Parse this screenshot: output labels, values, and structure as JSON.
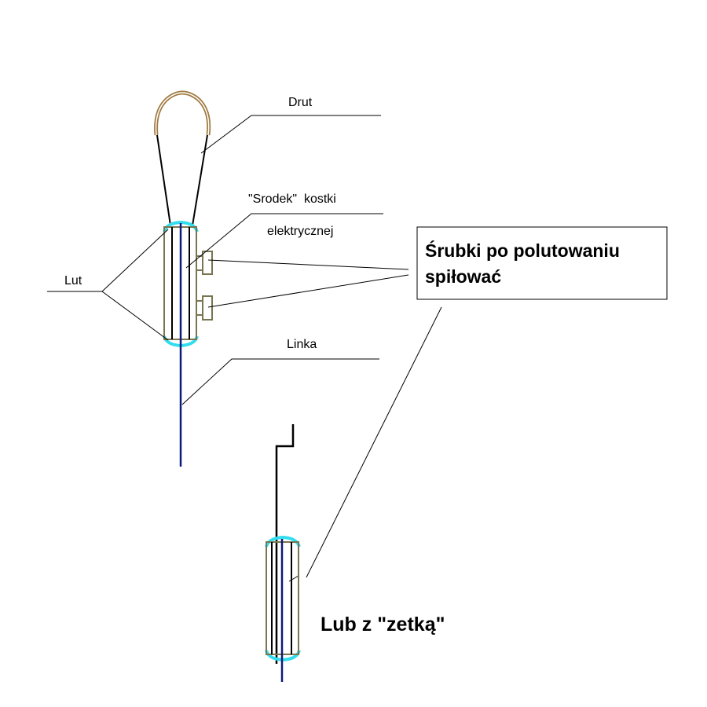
{
  "labels": {
    "drut": "Drut",
    "srodek_line1": "\"Srodek\"  kostki",
    "srodek_line2": "elektrycznej",
    "lut": "Lut",
    "linka": "Linka",
    "note_line1": "Śrubki po polutowaniu",
    "note_line2": "spiłować",
    "alternative": "Lub z \"zetką\""
  },
  "colors": {
    "wire": "#000000",
    "strand": "#0a1a7a",
    "solder": "#33ddee",
    "block": "#7a7550",
    "loop": "#a07a40"
  }
}
